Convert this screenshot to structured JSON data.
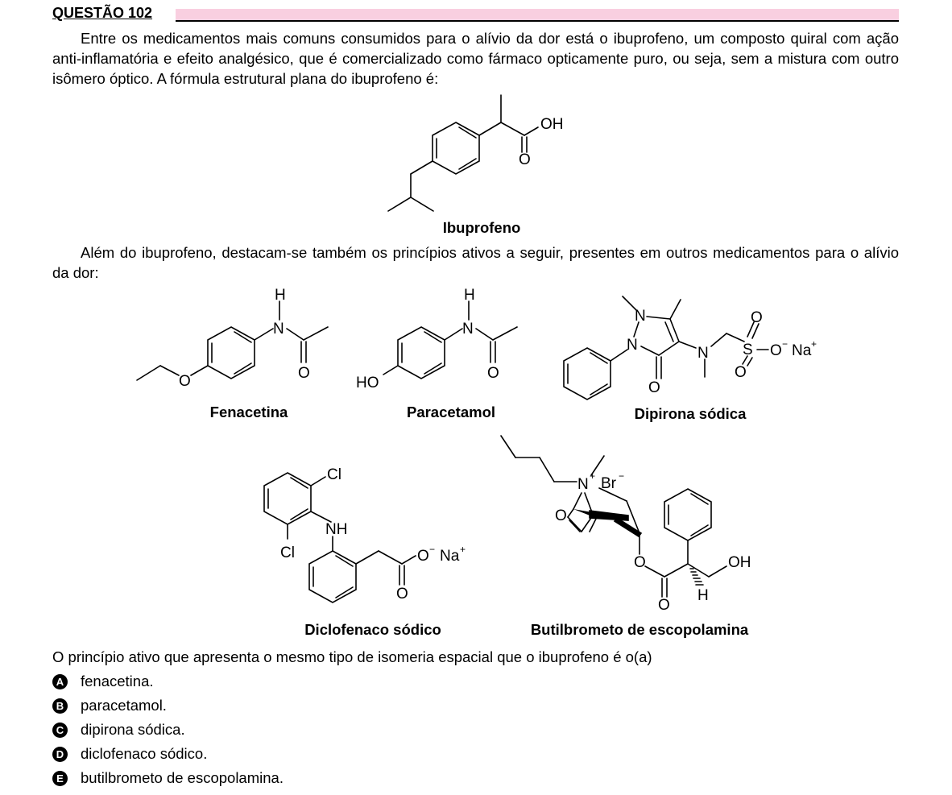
{
  "header": {
    "title": "QUESTÃO 102",
    "bar_color": "#f9cfe0"
  },
  "intro_text": "Entre os medicamentos mais comuns consumidos para o alívio da dor está o ibuprofeno, um composto quiral com ação anti-inflamatória e efeito analgésico, que é comercializado como fármaco opticamente puro, ou seja, sem a mistura com outro isômero óptico. A fórmula estrutural plana do ibuprofeno é:",
  "second_text": "Além do ibuprofeno, destacam-se também os princípios ativos a seguir, presentes em outros medicamentos para o alívio da dor:",
  "molecules": {
    "ibuprofeno": {
      "name": "Ibuprofeno",
      "atoms": {
        "oh": "OH",
        "o": "O"
      }
    },
    "fenacetina": {
      "name": "Fenacetina",
      "atoms": {
        "h": "H",
        "n": "N",
        "o_carbonyl": "O",
        "o_ether": "O"
      }
    },
    "paracetamol": {
      "name": "Paracetamol",
      "atoms": {
        "h": "H",
        "n": "N",
        "o_carbonyl": "O",
        "ho": "HO"
      }
    },
    "dipirona": {
      "name": "Dipirona sódica",
      "atoms": {
        "n1": "N",
        "n2": "N",
        "n3": "N",
        "o_ring": "O",
        "s": "S",
        "o_top": "O",
        "o_bottom": "O",
        "o_minus": "O",
        "na": "Na",
        "minus": "−",
        "plus": "+"
      }
    },
    "diclofenaco": {
      "name": "Diclofenaco sódico",
      "atoms": {
        "cl_top": "Cl",
        "cl_bottom": "Cl",
        "nh": "NH",
        "o_minus": "O",
        "minus": "−",
        "na": "Na",
        "plus": "+",
        "o_carbonyl": "O"
      }
    },
    "butilbrometo": {
      "name": "Butilbrometo de escopolamina",
      "atoms": {
        "n": "N",
        "plus": "+",
        "br": "Br",
        "minus": "−",
        "o_epoxide": "O",
        "o_ester": "O",
        "o_carbonyl": "O",
        "oh": "OH",
        "h": "H"
      }
    }
  },
  "question": "O princípio ativo que apresenta o mesmo tipo de isomeria espacial que o ibuprofeno é o(a)",
  "options": [
    {
      "letter": "A",
      "text": "fenacetina."
    },
    {
      "letter": "B",
      "text": "paracetamol."
    },
    {
      "letter": "C",
      "text": "dipirona sódica."
    },
    {
      "letter": "D",
      "text": "diclofenaco sódico."
    },
    {
      "letter": "E",
      "text": "butilbrometo de escopolamina."
    }
  ]
}
